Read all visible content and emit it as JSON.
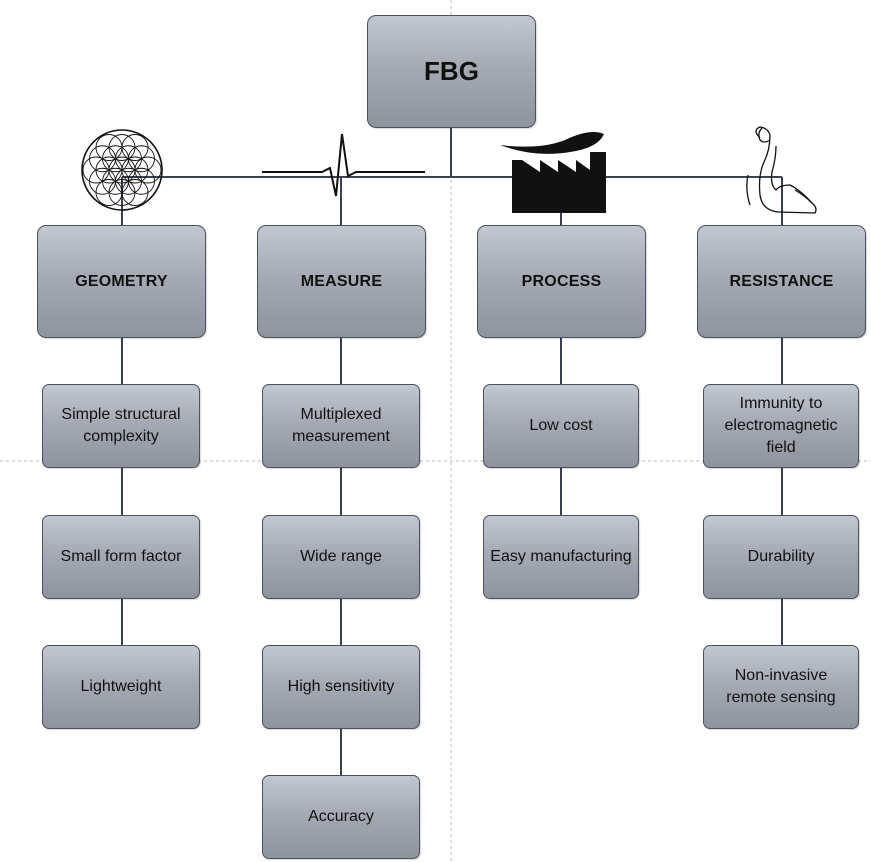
{
  "root": {
    "label": "FBG"
  },
  "categories": [
    {
      "label": "GEOMETRY",
      "icon": "flower-of-life-icon",
      "items": [
        "Simple structural complexity",
        "Small form factor",
        "Lightweight"
      ]
    },
    {
      "label": "MEASURE",
      "icon": "pulse-signal-icon",
      "items": [
        "Multiplexed measurement",
        "Wide range",
        "High sensitivity",
        "Accuracy"
      ]
    },
    {
      "label": "PROCESS",
      "icon": "factory-icon",
      "items": [
        "Low cost",
        "Easy manufacturing"
      ]
    },
    {
      "label": "RESISTANCE",
      "icon": "flexed-arm-icon",
      "items": [
        "Immunity to electromagnetic field",
        "Durability",
        "Non-invasive remote sensing"
      ]
    }
  ],
  "colors": {
    "box_top": "#c3c7cf",
    "box_bottom": "#8e939e",
    "border": "#4a5160",
    "line": "#3a4150",
    "guide": "#bbbbbb"
  }
}
